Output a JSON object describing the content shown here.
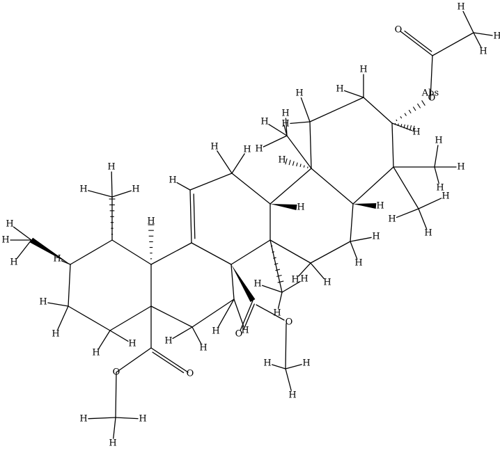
{
  "molecule": {
    "atom_labels": {
      "h": "H",
      "o": "O",
      "abs": "Abs"
    }
  },
  "colors": {
    "bond": "#000000",
    "background": "#ffffff"
  }
}
